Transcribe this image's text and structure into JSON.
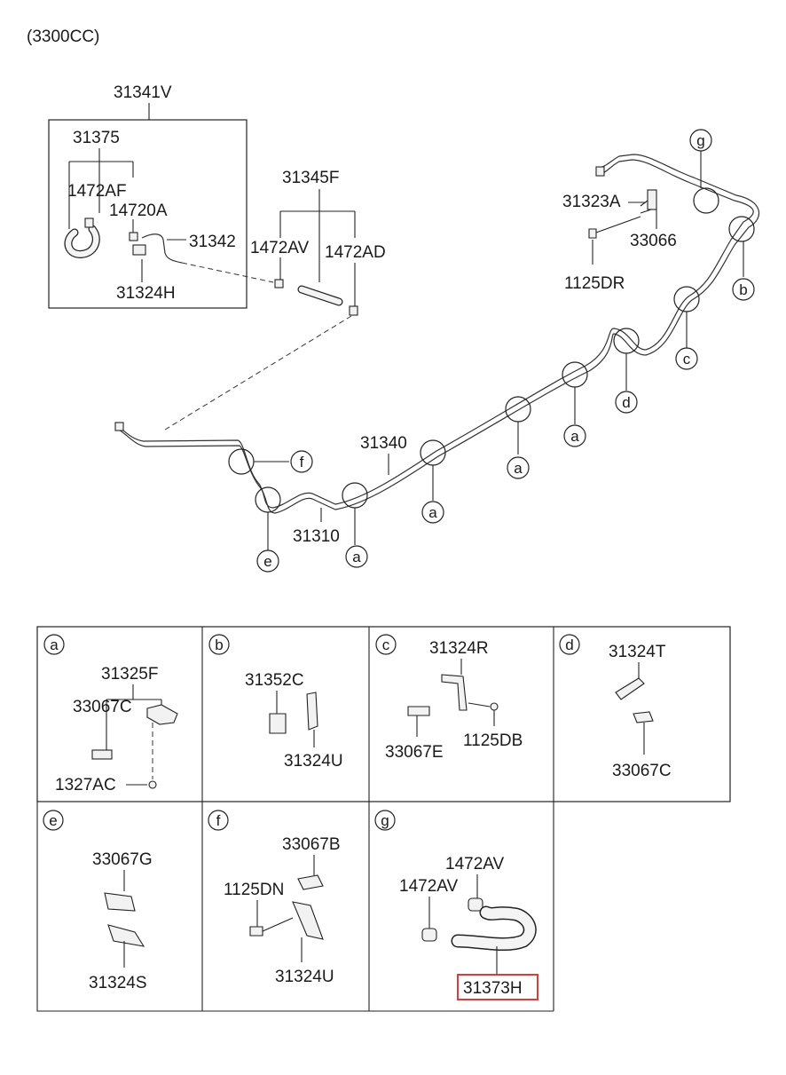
{
  "header": {
    "engine": "(3300CC)"
  },
  "colors": {
    "highlight": "#e53935",
    "line": "#222222"
  },
  "top": {
    "kit": "31341V",
    "hose_group": "31375",
    "clamp_a": "1472AF",
    "clamp_b": "14720A",
    "tube": "31342",
    "bracket": "31324H",
    "hose_set": "31345F",
    "clamp_av": "1472AV",
    "clamp_ad": "1472AD",
    "bracket_a": "31323A",
    "clip": "33066",
    "bolt": "1125DR",
    "main_tube": "31340",
    "rear_tube": "31310"
  },
  "callouts": {
    "a": "a",
    "b": "b",
    "c": "c",
    "d": "d",
    "e": "e",
    "f": "f",
    "g": "g"
  },
  "panels": {
    "a": {
      "letter": "a",
      "p1": "31325F",
      "p2": "33067C",
      "p3": "1327AC"
    },
    "b": {
      "letter": "b",
      "p1": "31352C",
      "p2": "31324U"
    },
    "c": {
      "letter": "c",
      "p1": "31324R",
      "p2": "33067E",
      "p3": "1125DB"
    },
    "d": {
      "letter": "d",
      "p1": "31324T",
      "p2": "33067C"
    },
    "e": {
      "letter": "e",
      "p1": "33067G",
      "p2": "31324S"
    },
    "f": {
      "letter": "f",
      "p1": "33067B",
      "p2": "1125DN",
      "p3": "31324U"
    },
    "g": {
      "letter": "g",
      "p1": "1472AV",
      "p2": "1472AV",
      "p3": "31373H"
    }
  }
}
